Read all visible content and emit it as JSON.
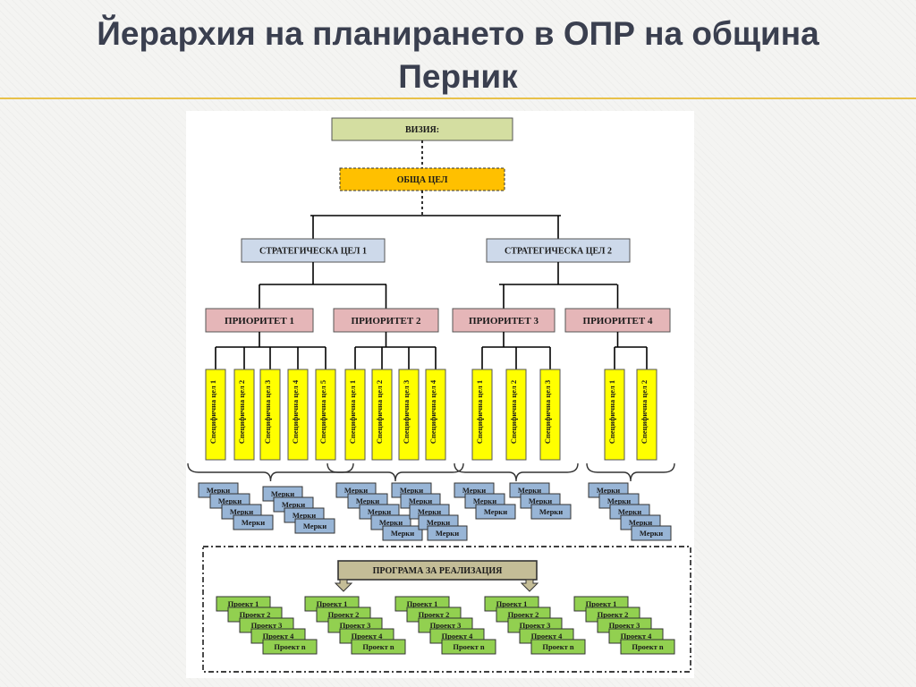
{
  "header": {
    "title_line1": "Йерархия на планирането в ОПР на община",
    "title_line2": "Перник"
  },
  "diagram": {
    "vision": "ВИЗИЯ:",
    "general_goal": "ОБЩА ЦЕЛ",
    "strategic_goals": [
      "СТРАТЕГИЧЕСКА ЦЕЛ 1",
      "СТРАТЕГИЧЕСКА ЦЕЛ 2"
    ],
    "priorities": [
      "ПРИОРИТЕТ 1",
      "ПРИОРИТЕТ 2",
      "ПРИОРИТЕТ 3",
      "ПРИОРИТЕТ 4"
    ],
    "specific_goal_counts": [
      5,
      4,
      3,
      2
    ],
    "specific_goal_prefix": "Специфична цел",
    "measure_label": "Мерки",
    "program_label": "ПРОГРАМА ЗА РЕАЛИЗАЦИЯ",
    "project_labels": [
      "Проект 1",
      "Проект 2",
      "Проект 3",
      "Проект 4",
      "Проект n"
    ],
    "colors": {
      "vision": "#d4dea1",
      "general_goal": "#ffc000",
      "strategic": "#cdd9ea",
      "priority": "#e5b6b8",
      "specific": "#ffff00",
      "measure": "#98b5d6",
      "project": "#92d050",
      "program": "#c4bd97"
    }
  }
}
